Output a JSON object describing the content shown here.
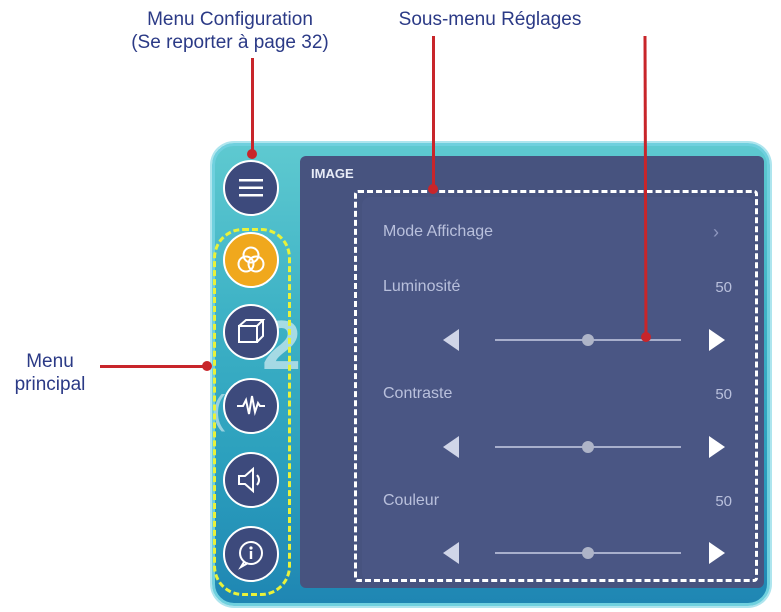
{
  "annotations": {
    "menu_config_line1": "Menu Configuration",
    "menu_config_line2": "(Se reporter à page 32)",
    "submenu": "Sous-menu Réglages",
    "main_menu_line1": "Menu",
    "main_menu_line2": "principal"
  },
  "background": {
    "digit": "2",
    "small": "("
  },
  "panel": {
    "title": "IMAGE"
  },
  "settings": [
    {
      "label": "Mode Affichage",
      "chevron": "›"
    },
    {
      "label": "Luminosité",
      "value": "50",
      "level": 0.5
    },
    {
      "label": "Contraste",
      "value": "50",
      "level": 0.5
    },
    {
      "label": "Couleur",
      "value": "50",
      "level": 0.5
    }
  ],
  "sidebar": {
    "items": [
      {
        "icon": "hamburger-icon"
      },
      {
        "icon": "color-circles-icon",
        "active": true
      },
      {
        "icon": "3d-box-icon"
      },
      {
        "icon": "audio-wave-icon"
      },
      {
        "icon": "speaker-icon"
      },
      {
        "icon": "info-bubble-icon"
      }
    ]
  },
  "colors": {
    "active": "#f0a81d",
    "panel": "#47537f",
    "annotation_line": "#c8252a",
    "annotation_text": "#2b3a86"
  }
}
